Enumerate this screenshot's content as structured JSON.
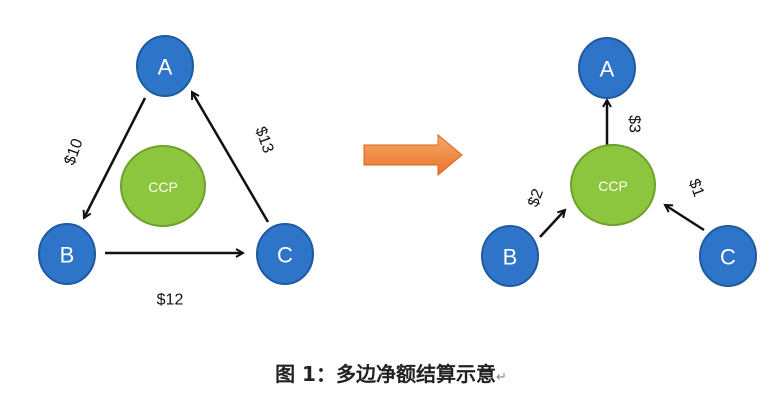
{
  "before": {
    "nodes": {
      "a": "A",
      "b": "B",
      "c": "C",
      "ccp": "CCP"
    },
    "edges": {
      "a_to_b": "$10",
      "c_to_a": "$13",
      "b_to_c": "$12"
    }
  },
  "after": {
    "nodes": {
      "a": "A",
      "b": "B",
      "c": "C",
      "ccp": "CCP"
    },
    "edges": {
      "ccp_to_a": "$3",
      "b_to_ccp": "$2",
      "c_to_ccp": "$1"
    }
  },
  "caption": {
    "text": "图 1：多边净额结算示意",
    "return_mark": "↵"
  },
  "colors": {
    "node": "#2e75c9",
    "ccp": "#8cc63f",
    "arrow": "#f08a3a"
  }
}
